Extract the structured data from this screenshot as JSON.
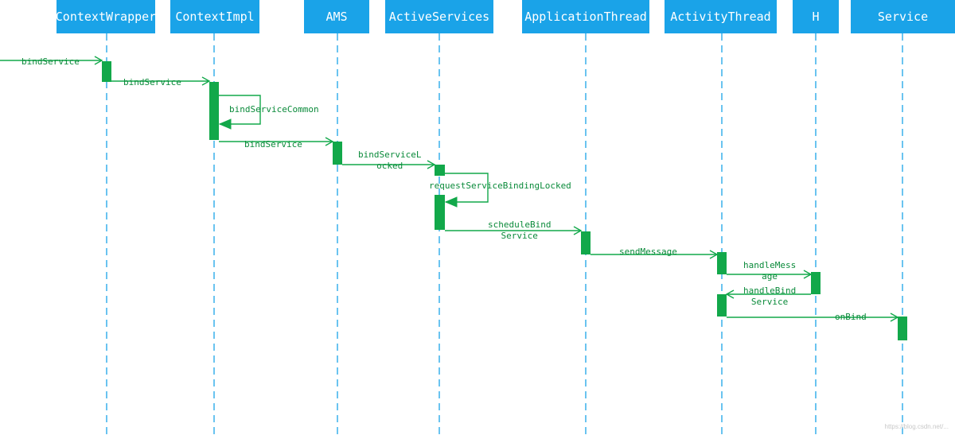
{
  "colors": {
    "header_bg": "#1aa3e8",
    "header_text": "#ffffff",
    "lifeline": "#1aa3e8",
    "activation": "#12a84a",
    "arrow": "#12a84a",
    "label": "#0a8a3a"
  },
  "participants": [
    "ContextWrapper",
    "ContextImpl",
    "AMS",
    "ActiveServices",
    "ApplicationThread",
    "ActivityThread",
    "H",
    "Service"
  ],
  "messages": [
    {
      "label": [
        "bindService"
      ]
    },
    {
      "label": [
        "bindService"
      ]
    },
    {
      "label": [
        "bindServiceCommon"
      ]
    },
    {
      "label": [
        "bindService"
      ]
    },
    {
      "label": [
        "bindServiceL",
        "ocked"
      ]
    },
    {
      "label": [
        "requestServiceBindingLocked"
      ]
    },
    {
      "label": [
        "scheduleBind",
        "Service"
      ]
    },
    {
      "label": [
        "sendMessage"
      ]
    },
    {
      "label": [
        "handleMess",
        "age"
      ]
    },
    {
      "label": [
        "handleBind",
        "Service"
      ]
    },
    {
      "label": [
        "onBind"
      ]
    }
  ],
  "watermark": "https://blog.csdn.net/..."
}
